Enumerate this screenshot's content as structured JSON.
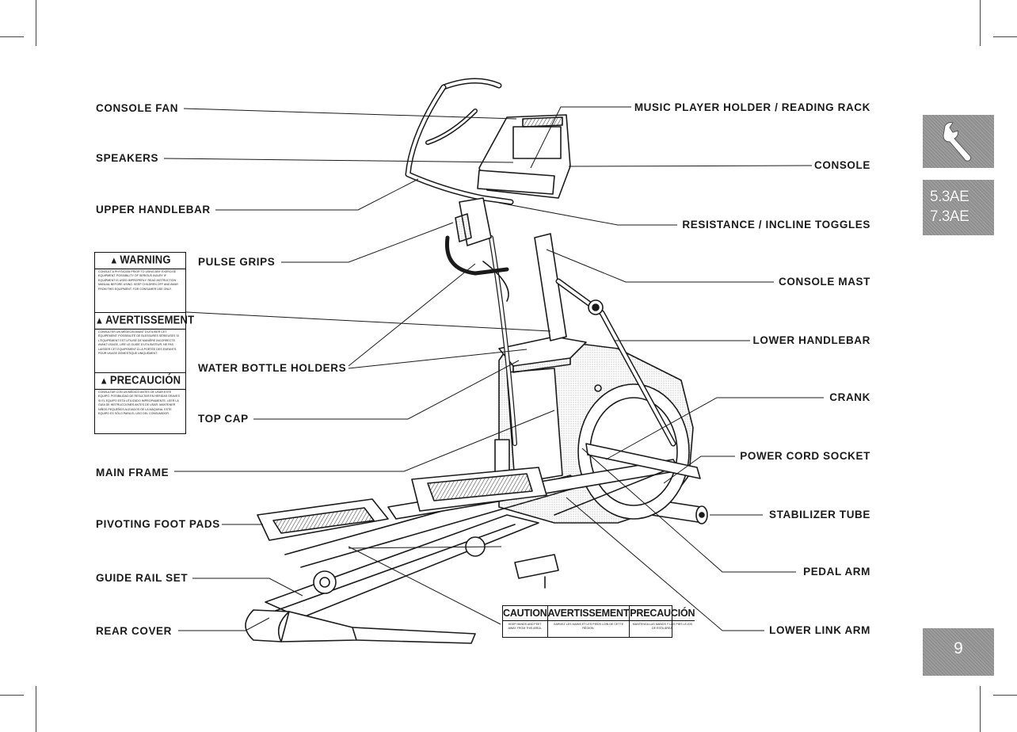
{
  "labels": {
    "console_fan": "CONSOLE FAN",
    "speakers": "SPEAKERS",
    "upper_handlebar": "UPPER HANDLEBAR",
    "pulse_grips": "PULSE GRIPS",
    "water_bottle_holders": "WATER BOTTLE HOLDERS",
    "top_cap": "TOP CAP",
    "main_frame": "MAIN FRAME",
    "pivoting_foot_pads": "PIVOTING FOOT PADS",
    "guide_rail_set": "GUIDE RAIL SET",
    "rear_cover": "REAR COVER",
    "music_player_holder": "MUSIC PLAYER HOLDER / READING RACK",
    "console": "CONSOLE",
    "resistance_incline_toggles": "RESISTANCE / INCLINE TOGGLES",
    "console_mast": "CONSOLE MAST",
    "lower_handlebar": "LOWER HANDLEBAR",
    "crank": "CRANK",
    "power_cord_socket": "POWER CORD SOCKET",
    "stabilizer_tube": "STABILIZER TUBE",
    "pedal_arm": "PEDAL ARM",
    "lower_link_arm": "LOWER LINK ARM"
  },
  "warning_decal": {
    "sections": [
      {
        "title": "WARNING",
        "body": "Consult a physician prior to using any exercise equipment. Possibility of serious injury if equipment is used improperly. Read instruction manual before using. Keep children off and away from this equipment. For consumer use only."
      },
      {
        "title": "AVERTISSEMENT",
        "body": "Consulter un médecin avant d'utiliser cet équipement. Possibilité de blessures sérieuses si l'équipement est utilisé de manière incorrecte. Avant usage, lire le guide d'utilisateur. Ne pas laisser cet équipement à la portée des enfants. Pour usage domestique uniquement."
      },
      {
        "title": "PRECAUCIÓN",
        "body": "Consultar con un médico antes de usar este equipo. Posibilidad de resultar en heridas graves si el equipo está utilizado impropiamente. Leer la guía de instrucciones antes de usar. Mantener niños pequeños alejados de la máquina. Este equipo es sólo para el uso del consumidor."
      }
    ]
  },
  "caution_decal": {
    "sections": [
      {
        "title": "CAUTION",
        "body": "Keep hands and feet away from this area."
      },
      {
        "title": "AVERTISSEMENT",
        "body": "Gardez les mains et les pieds loin de cette région."
      },
      {
        "title": "PRECAUCIÓN",
        "body": "Mantenga las manos y los pies lejos de esta área."
      }
    ]
  },
  "side_tabs": {
    "tools_icon": "wrench-icon",
    "models": [
      "5.3AE",
      "7.3AE"
    ],
    "page_number": "9"
  },
  "colors": {
    "line": "#1a1a1a",
    "tab_gray": "#8f8f8f"
  }
}
